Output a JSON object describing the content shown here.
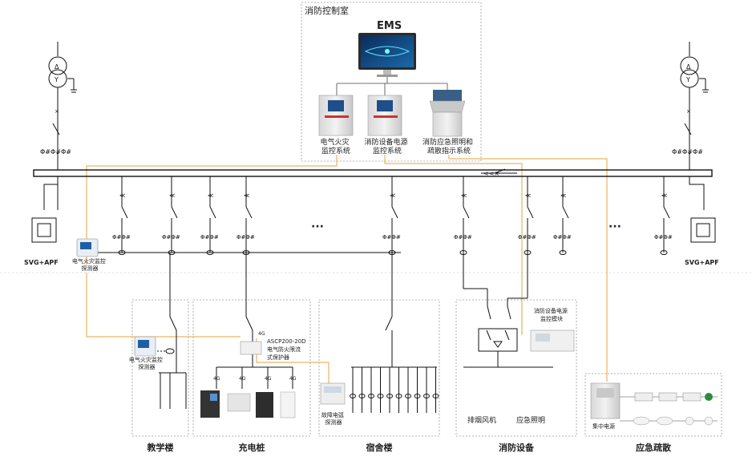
{
  "control_room": {
    "title": "消防控制室",
    "ems_label": "EMS",
    "systems": [
      {
        "line1": "电气火灾",
        "line2": "监控系统"
      },
      {
        "line1": "消防设备电源",
        "line2": "监控系统"
      },
      {
        "line1": "消防应急照明和",
        "line2": "疏散指示系统"
      }
    ]
  },
  "svg_apf_label": "SVG+APF",
  "ellipsis": "···",
  "detector_label": {
    "line1": "电气火灾监控",
    "line2": "探测器"
  },
  "charging": {
    "device_label": {
      "line1": "ASCP200-20D",
      "line2": "电气防火限流",
      "line3": "式保护器"
    },
    "signal": "4G"
  },
  "arc_detector": {
    "line1": "故障电弧",
    "line2": "探测器"
  },
  "fire_power_module": {
    "line1": "消防设备电源",
    "line2": "监控模块"
  },
  "fire_loads": {
    "fan": "排烟风机",
    "light": "应急照明"
  },
  "central_power": "集中电源",
  "zones": [
    {
      "label": "教学楼"
    },
    {
      "label": "充电桩"
    },
    {
      "label": "宿舍楼"
    },
    {
      "label": "消防设备"
    },
    {
      "label": "应急疏散"
    }
  ],
  "colors": {
    "signal_line": "#E8A33C",
    "bus": "#111111",
    "line": "#222222",
    "dashed_box": "#9a9a9a"
  }
}
